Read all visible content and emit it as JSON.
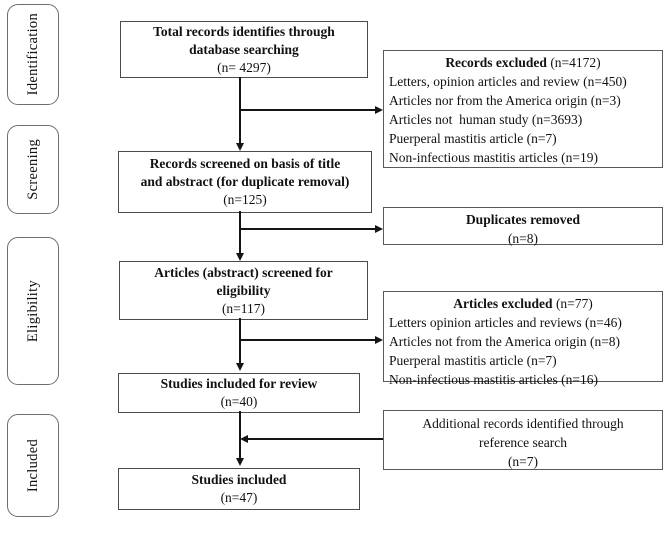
{
  "stages": [
    {
      "label": "Identification"
    },
    {
      "label": "Screening"
    },
    {
      "label": "Eligibility"
    },
    {
      "label": "Included"
    }
  ],
  "flow": {
    "box1": {
      "line1": "Total records identifies through",
      "line2": "database searching",
      "count": "(n= 4297)"
    },
    "box2": {
      "line1": "Records screened on basis of title",
      "line2": "and abstract (for duplicate removal)",
      "count": "(n=125)"
    },
    "box3": {
      "line1": "Articles (abstract) screened for",
      "line2": "eligibility",
      "count": "(n=117)"
    },
    "box4": {
      "line1": "Studies included for review",
      "count": "(n=40)"
    },
    "box5": {
      "line1": "Studies included",
      "count": "(n=47)"
    }
  },
  "side": {
    "records_excluded": {
      "title": "Records excluded",
      "count": "(n=4172)",
      "items": [
        "Letters, opinion articles and review (n=450)",
        "Articles nor from the America origin (n=3)",
        "Articles not  human study (n=3693)",
        "Puerperal mastitis article (n=7)",
        "Non-infectious mastitis articles (n=19)"
      ]
    },
    "duplicates_removed": {
      "title": "Duplicates removed",
      "count": "(n=8)"
    },
    "articles_excluded": {
      "title": "Articles excluded",
      "count": "(n=77)",
      "items": [
        "Letters opinion articles and reviews (n=46)",
        "Articles not from the America origin (n=8)",
        "Puerperal mastitis article (n=7)",
        "Non-infectious mastitis articles (n=16)"
      ]
    },
    "additional_records": {
      "line1": "Additional records identified through",
      "line2": "reference search",
      "count": "(n=7)"
    }
  }
}
